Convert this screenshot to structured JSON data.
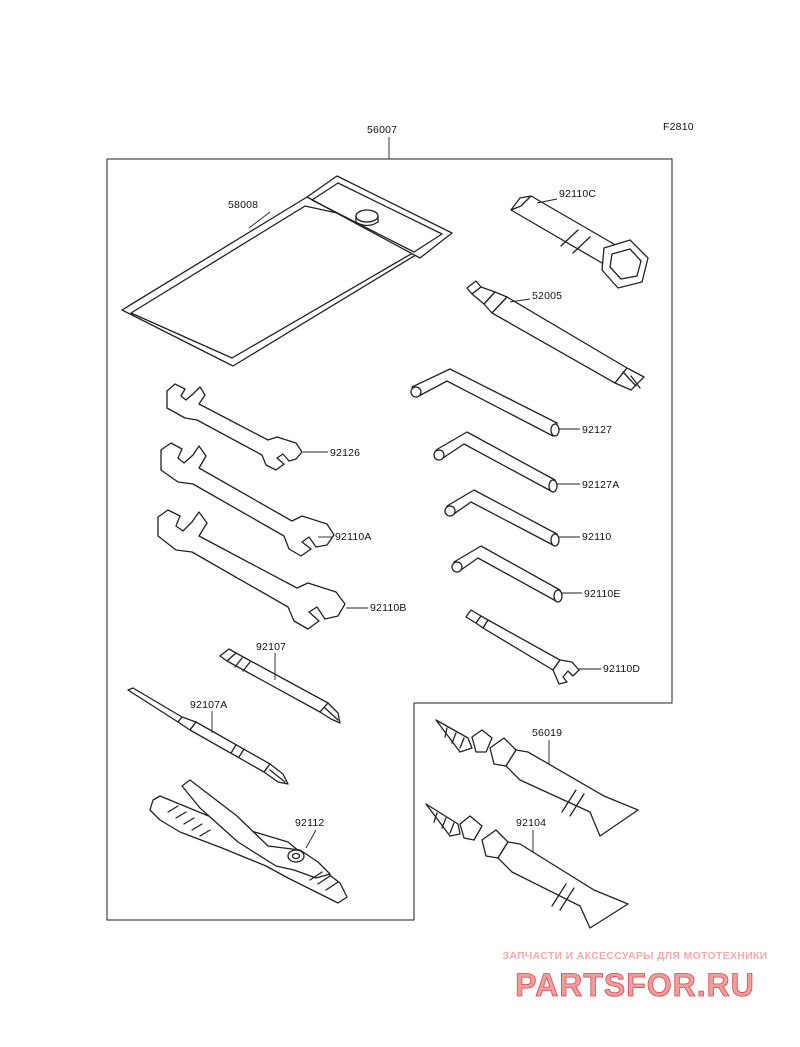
{
  "figure_code": "F2810",
  "parts": {
    "kit": "56007",
    "case": "58008",
    "socket_wrench": "92110C",
    "screwdriver_handle": "52005",
    "wrench_a": "92126",
    "wrench_b": "92110A",
    "wrench_c": "92110B",
    "hex_key_1": "92127",
    "hex_key_2": "92127A",
    "hex_key_3": "92110",
    "hex_key_4": "92110E",
    "spoke_wrench": "92110D",
    "bit_1": "92107",
    "bit_2": "92107A",
    "pliers": "92112",
    "tube_1": "56019",
    "tube_2": "92104"
  },
  "watermark": {
    "caption": "ЗАПЧАСТИ И АКСЕССУАРЫ ДЛЯ МОТОТЕХНИКИ",
    "logo_text": "PARTSFOR.RU",
    "color": "#e9777a"
  }
}
